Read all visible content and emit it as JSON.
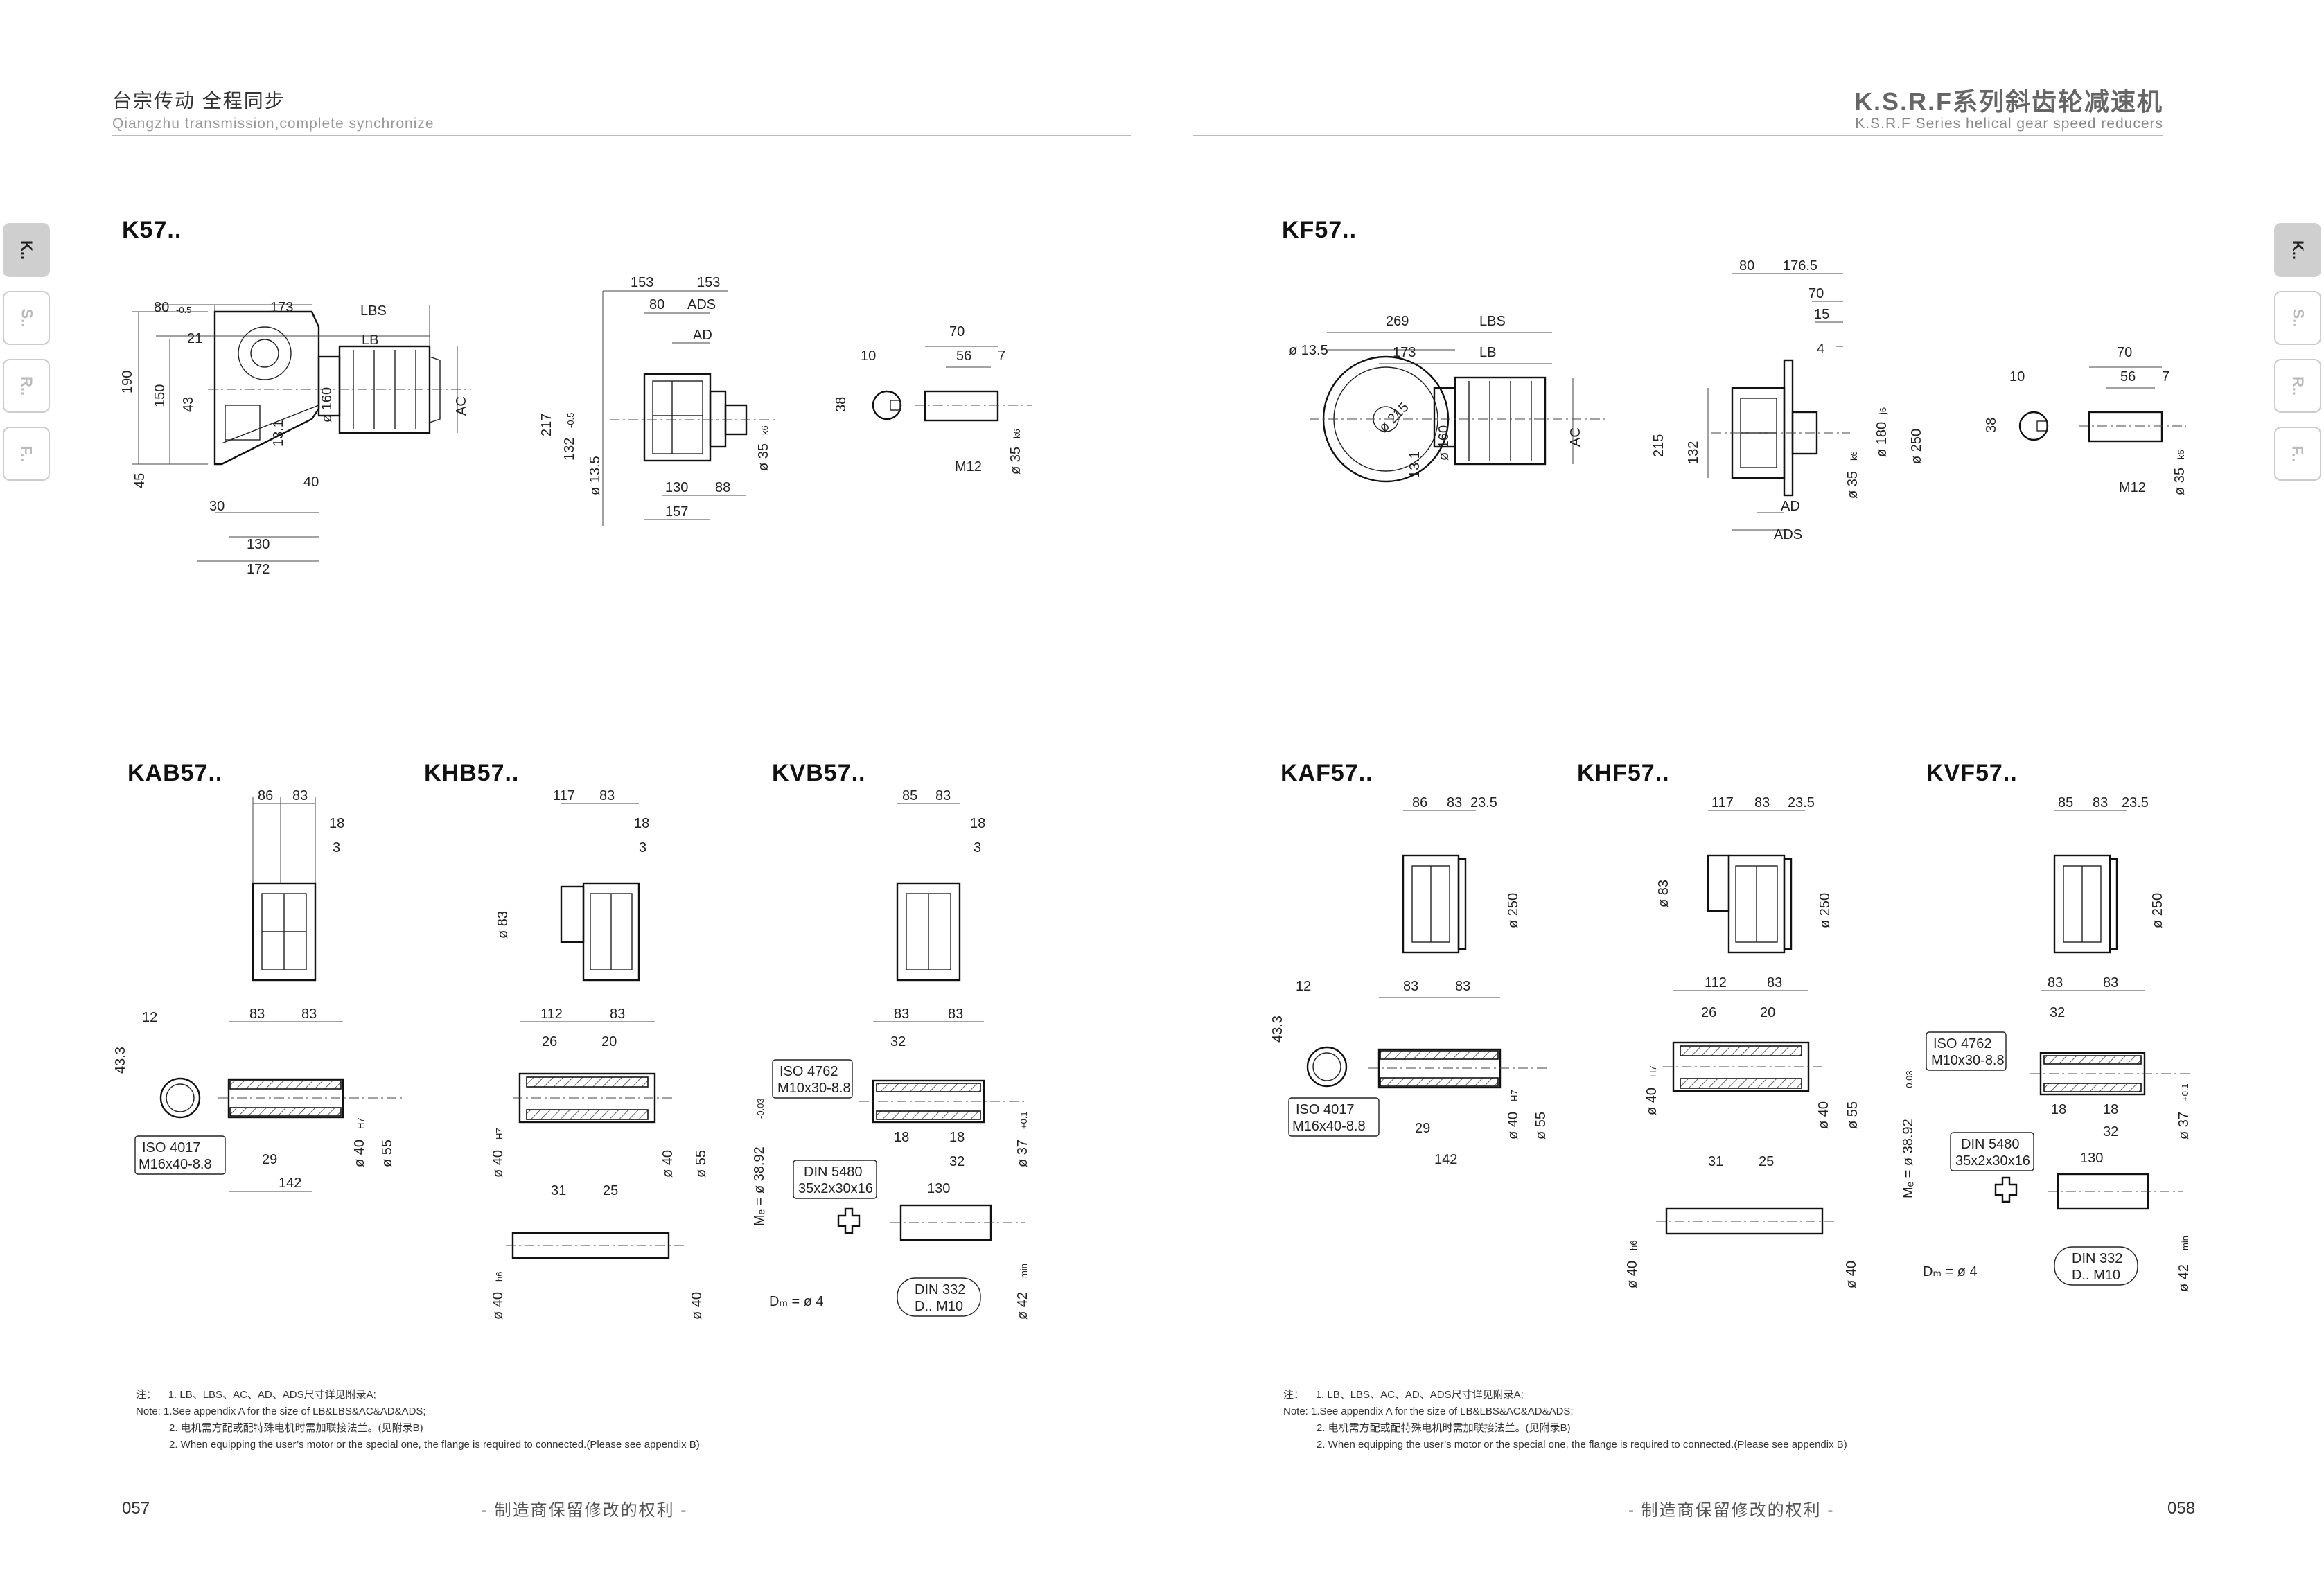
{
  "header": {
    "left_cn": "台宗传动   全程同步",
    "left_en": "Qiangzhu transmission,complete synchronize",
    "right_title": "K.S.R.F系列斜齿轮减速机",
    "right_en": "K.S.R.F Series helical gear speed reducers"
  },
  "side_tabs": [
    "K..",
    "S..",
    "R..",
    "F.."
  ],
  "models": {
    "k57": "K57..",
    "kf57": "KF57..",
    "kab57": "KAB57..",
    "khb57": "KHB57..",
    "kvb57": "KVB57..",
    "kaf57": "KAF57..",
    "khf57": "KHF57..",
    "kvf57": "KVF57.."
  },
  "dims": {
    "k57": {
      "d80": "80",
      "tol": "-0.5",
      "d173": "173",
      "lbs": "LBS",
      "d21": "21",
      "lb": "LB",
      "d190": "190",
      "d150": "150",
      "d43": "43",
      "d160": "ø 160",
      "ac": "AC",
      "d131": "13.1",
      "d45": "45",
      "d40": "40",
      "d30": "30",
      "d130": "130",
      "d172": "172"
    },
    "k57_side": {
      "d153a": "153",
      "d153b": "153",
      "d80": "80",
      "ads": "ADS",
      "ad": "AD",
      "d217": "217",
      "d132": "132",
      "tol": "-0.5",
      "d135": "ø 13.5",
      "d130": "130",
      "d88": "88",
      "d157": "157",
      "d35": "ø 35",
      "k6": "k6"
    },
    "k57_shaft": {
      "d70": "70",
      "d10": "10",
      "d56": "56",
      "d7": "7",
      "d38": "38",
      "m12": "M12",
      "d35": "ø 35",
      "k6": "k6"
    },
    "kf57": {
      "d269": "269",
      "lbs": "LBS",
      "d135": "ø 13.5",
      "d173": "173",
      "lb": "LB",
      "d215": "ø 215",
      "d160": "ø 160",
      "ac": "AC",
      "d131": "13.1"
    },
    "kf57_side": {
      "d80": "80",
      "d1765": "176.5",
      "d70": "70",
      "d15": "15",
      "d4": "4",
      "d215": "215",
      "d132": "132",
      "d180": "ø 180",
      "j6": "j6",
      "d250": "ø 250",
      "d35": "ø 35",
      "k6": "k6",
      "ad": "AD",
      "ads": "ADS"
    },
    "kf57_shaft": {
      "d70": "70",
      "d10": "10",
      "d56": "56",
      "d7": "7",
      "d38": "38",
      "m12": "M12",
      "d35": "ø 35",
      "k6": "k6"
    },
    "kab57": {
      "d86": "86",
      "d83": "83",
      "d18": "18",
      "d3": "3",
      "d12": "12",
      "d83a": "83",
      "d83b": "83",
      "d433": "43.3",
      "iso": "ISO 4017",
      "bolt": "M16x40-8.8",
      "d29": "29",
      "d142": "142",
      "d40": "ø 40",
      "h7": "H7",
      "d55": "ø 55"
    },
    "khb57": {
      "d117": "117",
      "d83": "83",
      "d18": "18",
      "d3": "3",
      "d83v": "ø 83",
      "d112": "112",
      "d83a": "83",
      "d26": "26",
      "d20": "20",
      "d40": "ø 40",
      "h7": "H7",
      "d40b": "ø 40",
      "d55": "ø 55",
      "d31": "31",
      "d25": "25",
      "d40c": "ø 40",
      "h6": "h6",
      "d40d": "ø 40"
    },
    "kvb57": {
      "d85": "85",
      "d83": "83",
      "d18": "18",
      "d3": "3",
      "d83a": "83",
      "d83b": "83",
      "iso": "ISO 4762",
      "bolt": "M10x30-8.8",
      "d32": "32",
      "d18a": "18",
      "d18b": "18",
      "d32b": "32",
      "me": "Mₑ = ø 38.92",
      "tol": "-0.03",
      "d37": "ø 37",
      "tol2": "+0.1",
      "din5480": "DIN 5480",
      "spline": "35x2x30x16",
      "d130": "130",
      "dm": "Dₘ = ø 4",
      "din332": "DIN 332",
      "dm10": "D.. M10",
      "d42": "ø 42",
      "min": "min"
    },
    "kaf57": {
      "d86": "86",
      "d83": "83",
      "d235": "23.5",
      "d250": "ø 250",
      "d12": "12",
      "d83a": "83",
      "d83b": "83",
      "d433": "43.3",
      "iso": "ISO 4017",
      "bolt": "M16x40-8.8",
      "d29": "29",
      "d142": "142",
      "d40": "ø 40",
      "h7": "H7",
      "d55": "ø 55"
    },
    "khf57": {
      "d117": "117",
      "d83": "83",
      "d235": "23.5",
      "d83v": "ø 83",
      "d250": "ø 250",
      "d112": "112",
      "d83a": "83",
      "d26": "26",
      "d20": "20",
      "d40": "ø 40",
      "h7": "H7",
      "d40b": "ø 40",
      "d55": "ø 55",
      "d31": "31",
      "d25": "25",
      "d40c": "ø 40",
      "h6": "h6",
      "d40d": "ø 40"
    },
    "kvf57": {
      "d85": "85",
      "d83": "83",
      "d235": "23.5",
      "d250": "ø 250",
      "d83a": "83",
      "d83b": "83",
      "iso": "ISO 4762",
      "bolt": "M10x30-8.8",
      "d32": "32",
      "d18a": "18",
      "d18b": "18",
      "d32b": "32",
      "me": "Mₑ = ø 38.92",
      "tol": "-0.03",
      "d37": "ø 37",
      "tol2": "+0.1",
      "din5480": "DIN 5480",
      "spline": "35x2x30x16",
      "d130": "130",
      "dm": "Dₘ = ø 4",
      "din332": "DIN 332",
      "dm10": "D.. M10",
      "d42": "ø 42",
      "min": "min"
    }
  },
  "notes": {
    "cn_label": "注：",
    "line1": "1. LB、LBS、AC、AD、ADS尺寸详见附录A;",
    "en_label": "Note:",
    "line2": "1.See appendix A for the size of LB&LBS&AC&AD&ADS;",
    "line3": "2. 电机需方配或配特殊电机时需加联接法兰。(见附录B)",
    "line4": "2. When equipping the user’s motor or the special one, the flange is required to connected.(Please see appendix B)"
  },
  "footer": {
    "left_page": "057",
    "right_page": "058",
    "rights": "- 制造商保留修改的权利 -"
  }
}
